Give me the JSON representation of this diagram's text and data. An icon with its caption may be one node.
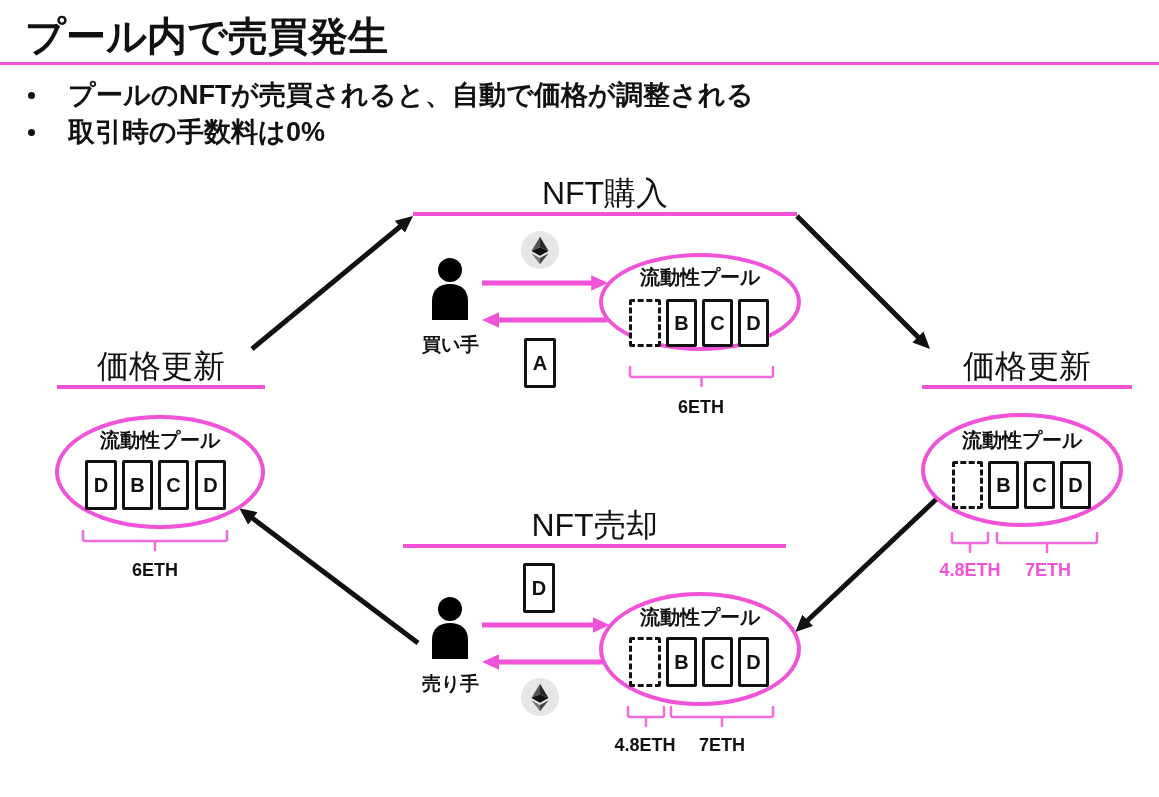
{
  "diagram": {
    "title": "プール内で売買発生",
    "nodes": [
      {
        "text": [
          "NFT購入"
        ]
      },
      {
        "text": [
          "買い手"
        ]
      },
      {
        "text": [
          "A"
        ]
      },
      {
        "text": [
          "流動性プール"
        ],
        "beside": [
          "6ETH"
        ]
      },
      {
        "text": [],
        "shape": "box",
        "in": 3
      },
      {
        "text": [
          "B"
        ],
        "in": 3
      },
      {
        "text": [
          "C"
        ],
        "in": 3
      },
      {
        "text": [
          "D"
        ],
        "in": 3
      },
      {
        "text": [
          "価格更新"
        ]
      },
      {
        "text": [
          "流動性プール"
        ],
        "beside": [
          "6ETH"
        ]
      },
      {
        "text": [
          "D"
        ],
        "in": 9
      },
      {
        "text": [
          "B"
        ],
        "in": 9
      },
      {
        "text": [
          "C"
        ],
        "in": 9
      },
      {
        "text": [
          "D"
        ],
        "in": 9
      },
      {
        "text": [
          "価格更新"
        ]
      },
      {
        "text": [
          "流動性プール"
        ],
        "beside": [
          "4.8ETH",
          "7ETH"
        ]
      },
      {
        "text": [],
        "shape": "box",
        "in": 15
      },
      {
        "text": [
          "B"
        ],
        "in": 15
      },
      {
        "text": [
          "C"
        ],
        "in": 15
      },
      {
        "text": [
          "D"
        ],
        "in": 15
      },
      {
        "text": [
          "NFT売却"
        ]
      },
      {
        "text": [
          "D"
        ]
      },
      {
        "text": [
          "売り手"
        ]
      },
      {
        "text": [
          "流動性プール"
        ],
        "beside": [
          "4.8ETH",
          "7ETH"
        ]
      },
      {
        "text": [],
        "shape": "box",
        "in": 23
      },
      {
        "text": [
          "B"
        ],
        "in": 23
      },
      {
        "text": [
          "C"
        ],
        "in": 23
      },
      {
        "text": [
          "D"
        ],
        "in": 23
      }
    ],
    "edges": [
      {
        "from": 8,
        "to": 0,
        "arrow": "to"
      },
      {
        "from": 0,
        "to": 14,
        "arrow": "to"
      },
      {
        "from": 15,
        "to": 23,
        "arrow": "to"
      },
      {
        "from": 22,
        "to": 9,
        "arrow": "to"
      },
      {
        "from": 1,
        "to": 3,
        "arrow": "to",
        "color": "#f052d8"
      },
      {
        "from": 3,
        "to": 1,
        "arrow": "to",
        "color": "#f052d8"
      },
      {
        "from": 22,
        "to": 23,
        "arrow": "to",
        "color": "#f052d8"
      },
      {
        "from": 23,
        "to": 22,
        "arrow": "to",
        "color": "#f052d8"
      }
    ],
    "labels": [
      "プールのNFTが売買されると、自動で価格が調整される",
      "取引時の手数料は0%"
    ]
  }
}
